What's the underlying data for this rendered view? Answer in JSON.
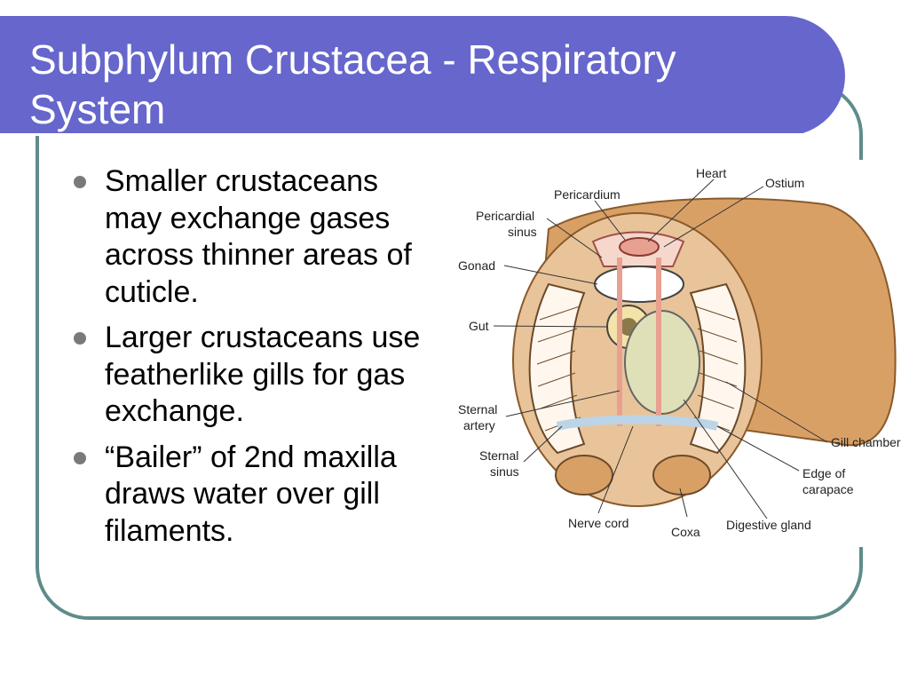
{
  "slide": {
    "title": "Subphylum Crustacea - Respiratory System",
    "bullets": [
      "Smaller crustaceans may exchange gases across thinner areas of cuticle.",
      "Larger crustaceans use featherlike gills for gas exchange.",
      "“Bailer” of  2nd maxilla draws water over gill filaments."
    ]
  },
  "figure": {
    "labels": {
      "heart": "Heart",
      "ostium": "Ostium",
      "pericardium": "Pericardium",
      "pericardial_sinus_1": "Pericardial",
      "pericardial_sinus_2": "sinus",
      "gonad": "Gonad",
      "gut": "Gut",
      "sternal_artery_1": "Sternal",
      "sternal_artery_2": "artery",
      "sternal_sinus_1": "Sternal",
      "sternal_sinus_2": "sinus",
      "gill_chamber": "Gill chamber",
      "edge_of_carapace_1": "Edge of",
      "edge_of_carapace_2": "carapace",
      "nerve_cord": "Nerve cord",
      "coxa": "Coxa",
      "digestive_gland": "Digestive gland"
    }
  },
  "colors": {
    "title_bar": "#6666cc",
    "frame": "#5f8c8a",
    "carapace": "#d9a066",
    "vessel": "#e8a090"
  }
}
